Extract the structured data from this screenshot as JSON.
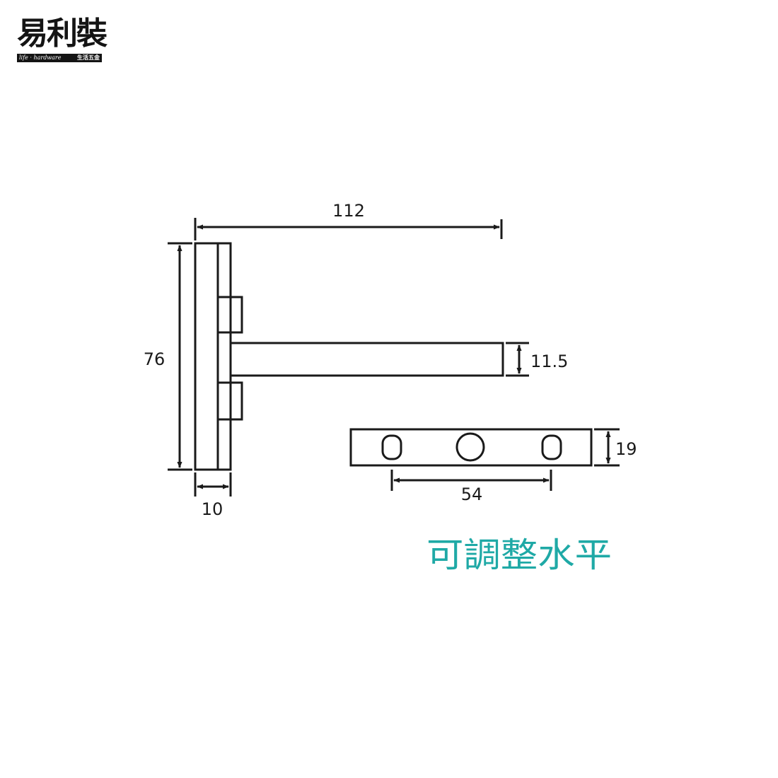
{
  "brand": {
    "name": "易利裝",
    "tagline_en": "life · hardware",
    "tagline_zh": "生活五金"
  },
  "dimensions": {
    "length": "112",
    "height": "76",
    "thickness": "10",
    "arm_height": "11.5",
    "plate_width": "19",
    "hole_spacing": "54"
  },
  "caption": "可調整水平",
  "colors": {
    "line": "#1a1a1a",
    "caption": "#1fa9a6"
  }
}
